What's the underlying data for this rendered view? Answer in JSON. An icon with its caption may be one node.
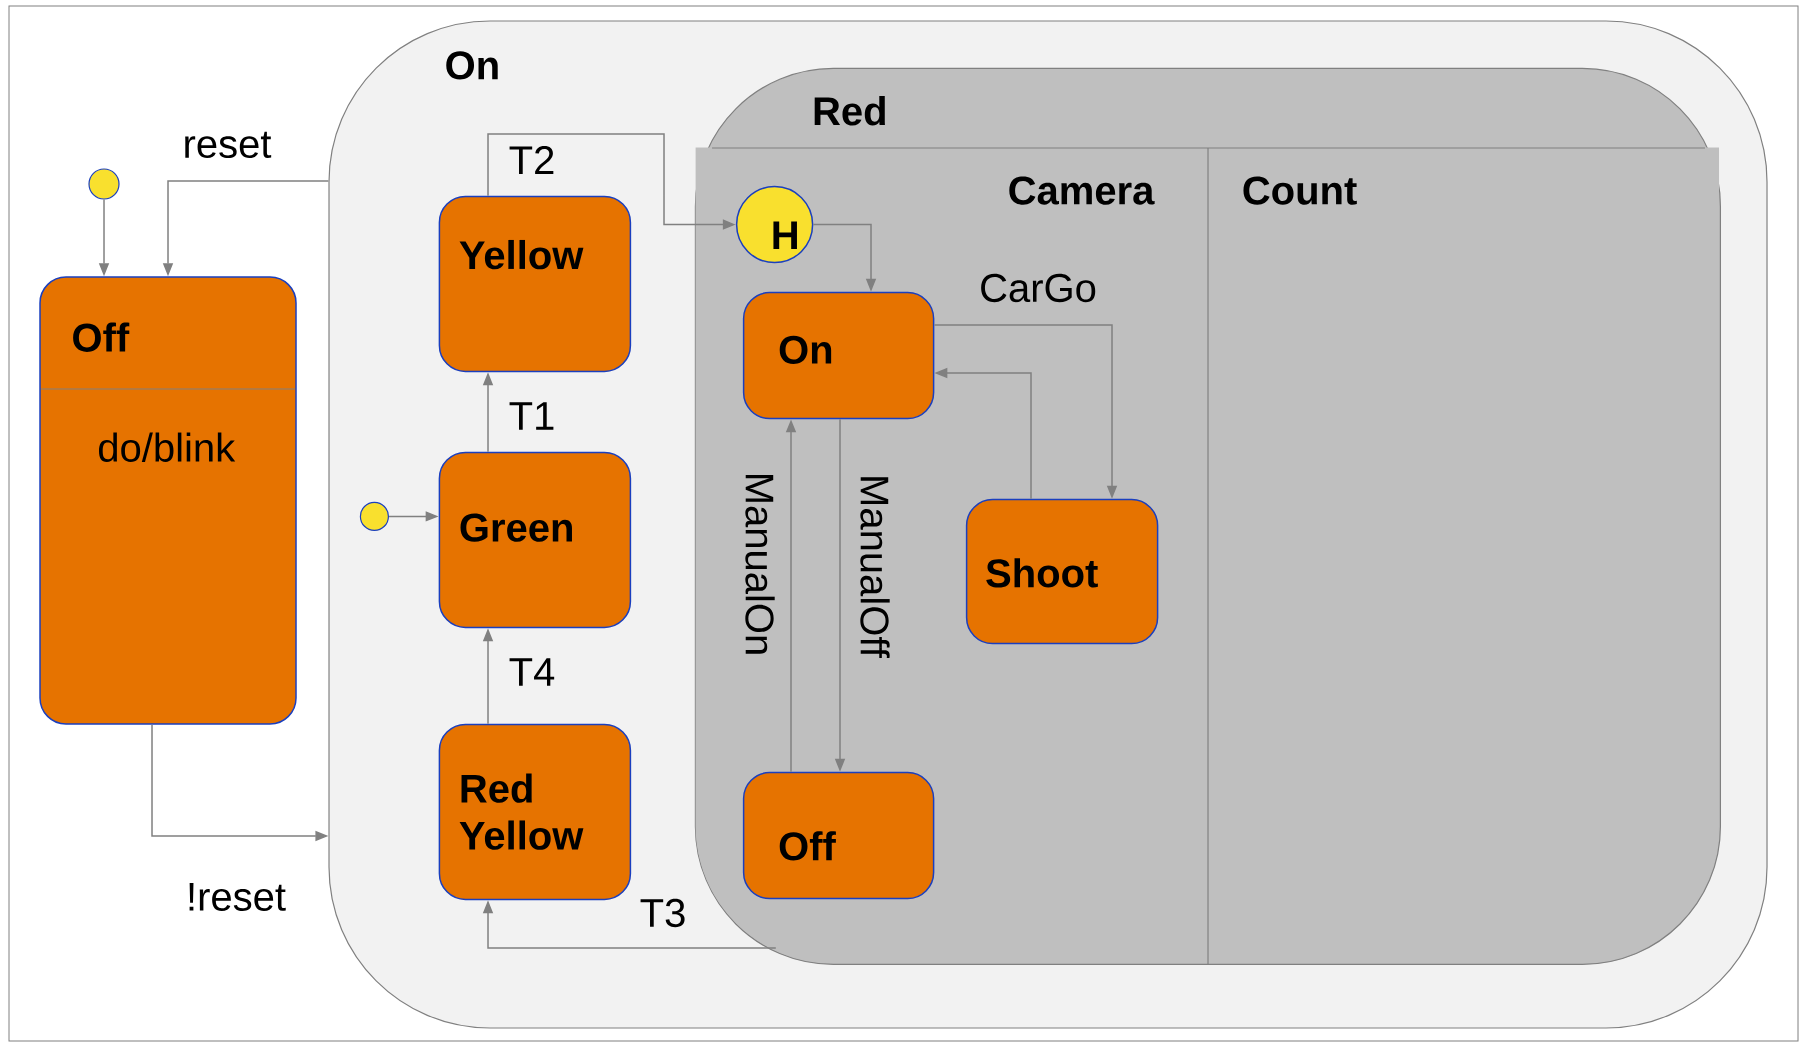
{
  "diagram": {
    "nodes": [
      {
        "text": [
          "Off",
          "do/blink"
        ]
      },
      {
        "text": [],
        "shape": "circle"
      },
      {
        "text": [
          "On"
        ]
      },
      {
        "text": [
          "Yellow"
        ],
        "in": 2
      },
      {
        "text": [
          "Green"
        ],
        "in": 2
      },
      {
        "text": [],
        "shape": "circle",
        "in": 2
      },
      {
        "text": [
          "Red Yellow"
        ],
        "in": 2
      },
      {
        "text": [
          "Red"
        ],
        "in": 2
      },
      {
        "text": [
          "Camera"
        ],
        "in": 7
      },
      {
        "text": [
          "Count"
        ],
        "in": 7
      },
      {
        "text": [
          "H"
        ],
        "in": 8
      },
      {
        "text": [
          "On"
        ],
        "in": 8
      },
      {
        "text": [
          "Shoot"
        ],
        "in": 8
      },
      {
        "text": [
          "Off"
        ],
        "in": 8
      }
    ],
    "edges": [
      {
        "from": 1,
        "to": 0,
        "arrow": "to"
      },
      {
        "from": 2,
        "to": 0,
        "arrow": "to",
        "label": "reset"
      },
      {
        "from": 0,
        "to": 2,
        "arrow": "to",
        "label": "!reset"
      },
      {
        "from": 5,
        "to": 4,
        "arrow": "to"
      },
      {
        "from": 4,
        "to": 3,
        "arrow": "to",
        "label": "T1"
      },
      {
        "from": 3,
        "to": 10,
        "arrow": "to",
        "label": "T2"
      },
      {
        "from": 6,
        "to": 4,
        "arrow": "to",
        "label": "T4"
      },
      {
        "from": 7,
        "to": 6,
        "arrow": "to",
        "label": "T3"
      },
      {
        "from": 10,
        "to": 11,
        "arrow": "to"
      },
      {
        "from": 11,
        "to": 12,
        "arrow": "to",
        "label": "CarGo"
      },
      {
        "from": 12,
        "to": 11,
        "arrow": "to"
      },
      {
        "from": 13,
        "to": 11,
        "arrow": "to",
        "label": "ManualOn"
      },
      {
        "from": 11,
        "to": 13,
        "arrow": "to",
        "label": "ManualOff"
      }
    ]
  }
}
